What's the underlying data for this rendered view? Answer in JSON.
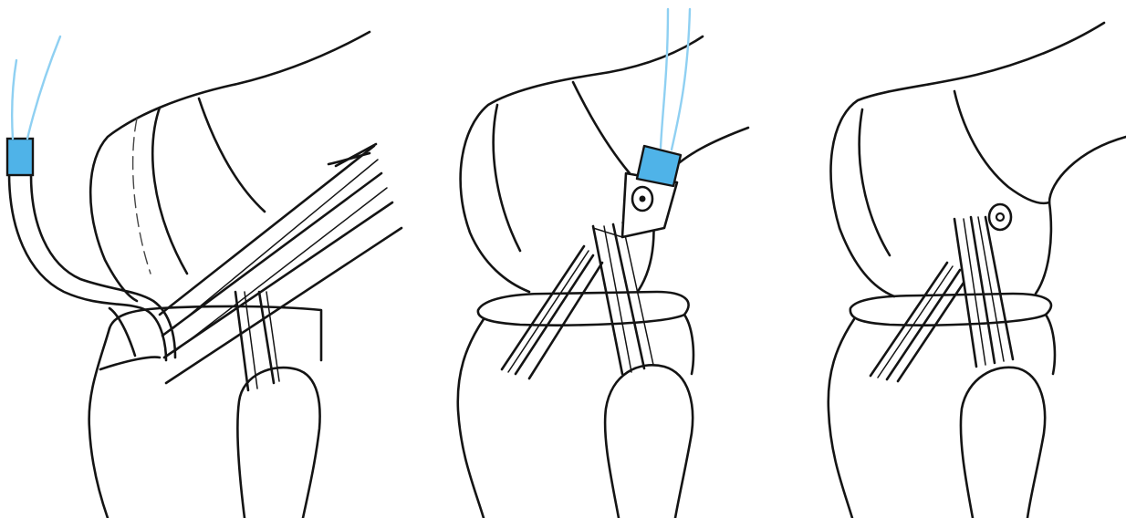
{
  "figure": {
    "panels": [
      {
        "id": "panel-1",
        "graft_color": "#4fb3e8",
        "suture_color": "#8fd0f2"
      },
      {
        "id": "panel-2",
        "graft_color": "#4fb3e8",
        "suture_color": "#8fd0f2"
      },
      {
        "id": "panel-3"
      }
    ],
    "colors": {
      "ink": "#141414",
      "graft": "#4fb3e8",
      "suture": "#8fd0f2",
      "background": "#ffffff"
    }
  }
}
